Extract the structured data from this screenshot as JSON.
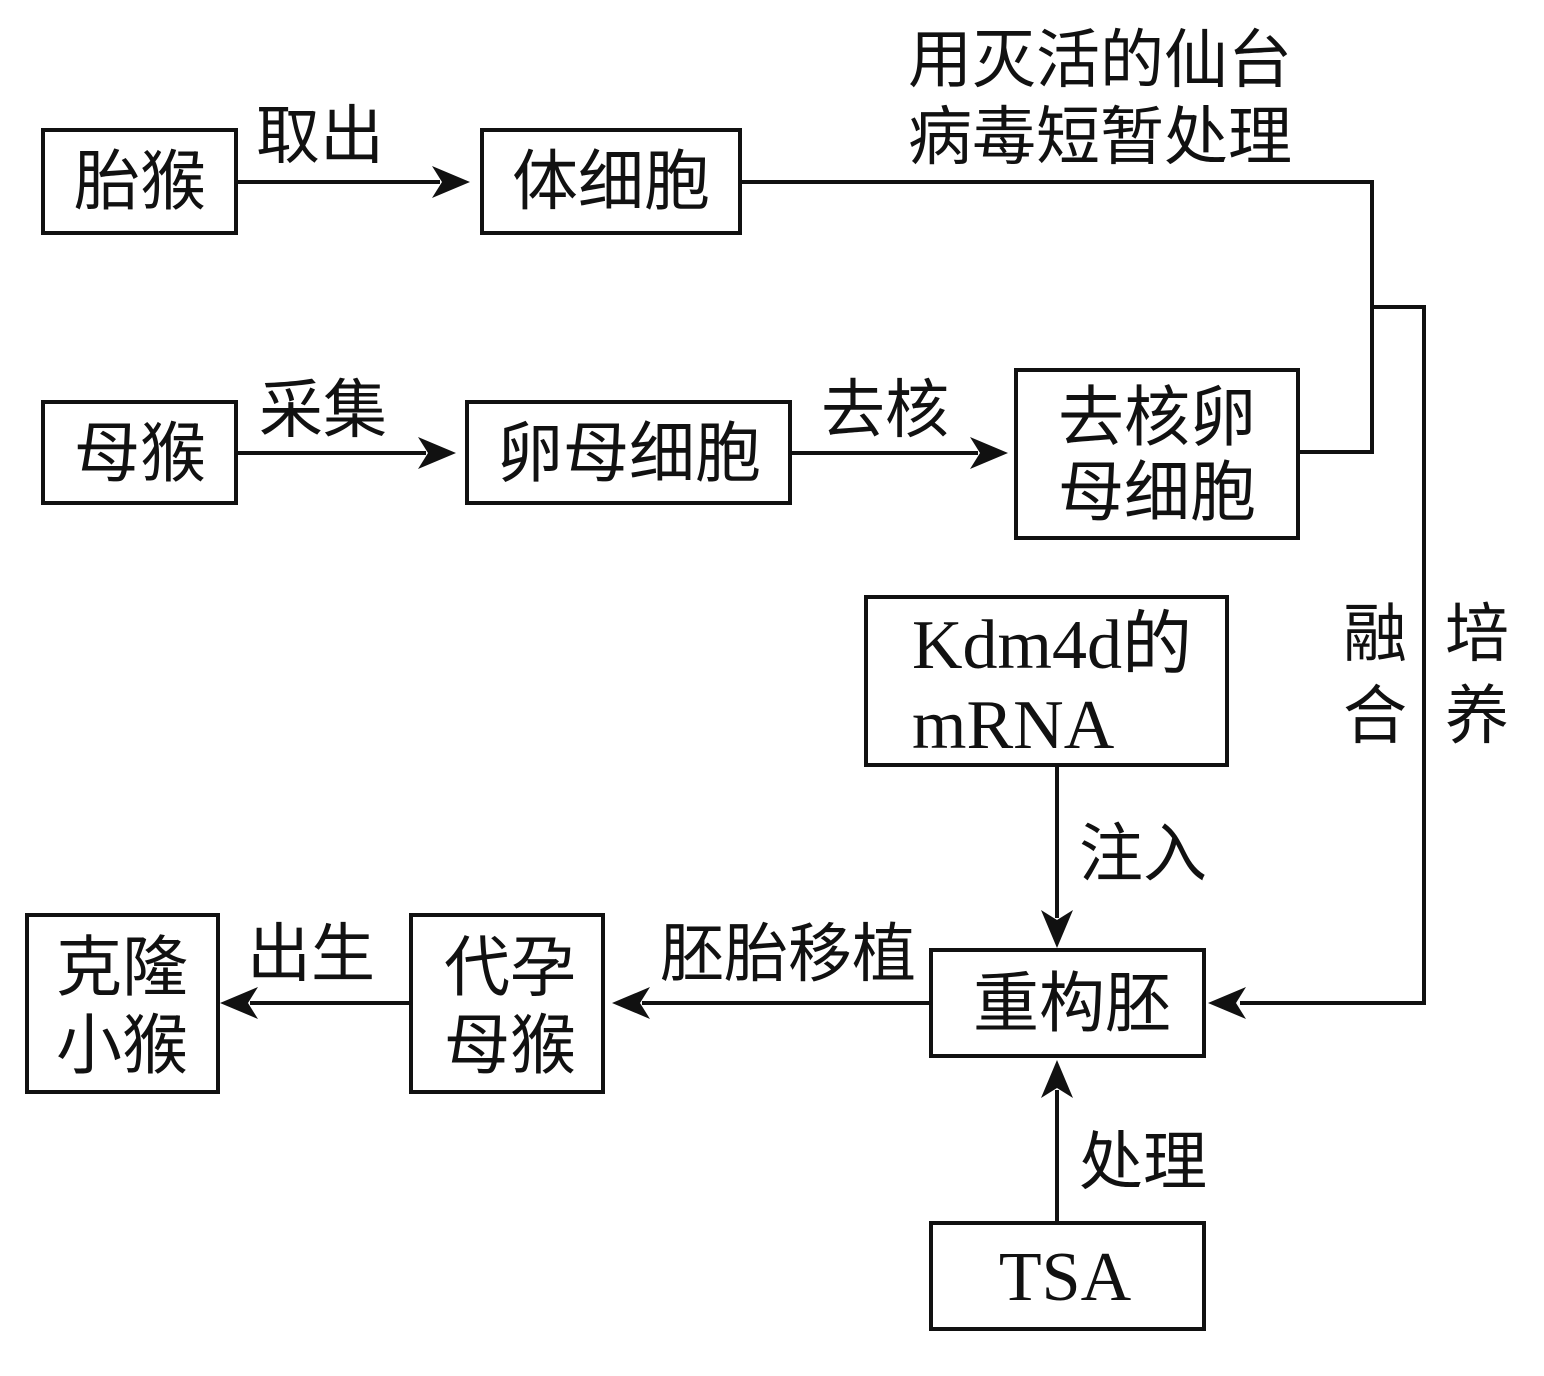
{
  "nodes": {
    "fetal_monkey": "胎猴",
    "somatic_cell": "体细胞",
    "mother_monkey": "母猴",
    "oocyte": "卵母细胞",
    "enucleated_oocyte": [
      "去核卵",
      "母细胞"
    ],
    "kdm4d_mrna": [
      "Kdm4d的",
      "mRNA"
    ],
    "reconstructed_embryo": "重构胚",
    "surrogate_mother": [
      "代孕",
      "母猴"
    ],
    "cloned_monkey": [
      "克隆",
      "小猴"
    ],
    "tsa": "TSA"
  },
  "edges": {
    "take_out": "取出",
    "collect": "采集",
    "enucleate": "去核",
    "virus_treatment": [
      "用灭活的仙台",
      "病毒短暂处理"
    ],
    "fusion": [
      "融",
      "合"
    ],
    "culture": [
      "培",
      "养"
    ],
    "inject": "注入",
    "treat": "处理",
    "embryo_transfer": "胚胎移植",
    "birth": "出生"
  }
}
